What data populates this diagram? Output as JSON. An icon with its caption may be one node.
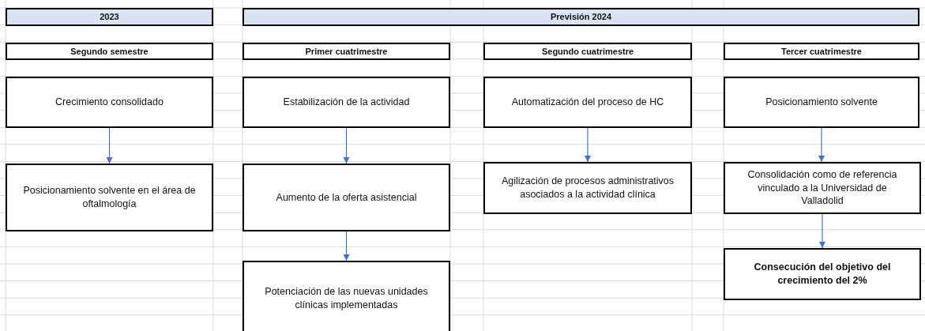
{
  "diagram": {
    "nodes": [
      {
        "text": [
          "2023"
        ]
      },
      {
        "text": [
          "Previsión 2024"
        ]
      },
      {
        "text": [
          "Segundo semestre"
        ]
      },
      {
        "text": [
          "Primer cuatrimestre"
        ]
      },
      {
        "text": [
          "Segundo cuatrimestre"
        ]
      },
      {
        "text": [
          "Tercer cuatrimestre"
        ]
      },
      {
        "text": [
          "Crecimiento consolidado"
        ]
      },
      {
        "text": [
          "Estabilización de la actividad"
        ]
      },
      {
        "text": [
          "Automatización del proceso de HC"
        ]
      },
      {
        "text": [
          "Posicionamiento solvente"
        ]
      },
      {
        "text": [
          "Posicionamiento solvente en el área de oftalmología"
        ]
      },
      {
        "text": [
          "Aumento de la oferta asistencial"
        ]
      },
      {
        "text": [
          "Agilización de procesos administrativos asociados a la actividad clínica"
        ]
      },
      {
        "text": [
          "Consolidación como de referencia vinculado a la Universidad de Valladolid"
        ]
      },
      {
        "text": [
          "Potenciación de las nuevas unidades clínicas implementadas"
        ]
      },
      {
        "text": [
          "Consecución del objetivo del crecimiento del 2%"
        ]
      }
    ],
    "edges": [
      {
        "from": 6,
        "to": 10,
        "arrow": "to"
      },
      {
        "from": 7,
        "to": 11,
        "arrow": "to"
      },
      {
        "from": 8,
        "to": 12,
        "arrow": "to"
      },
      {
        "from": 9,
        "to": 13,
        "arrow": "to"
      },
      {
        "from": 11,
        "to": 14,
        "arrow": "to"
      },
      {
        "from": 13,
        "to": 15,
        "arrow": "to"
      }
    ]
  }
}
